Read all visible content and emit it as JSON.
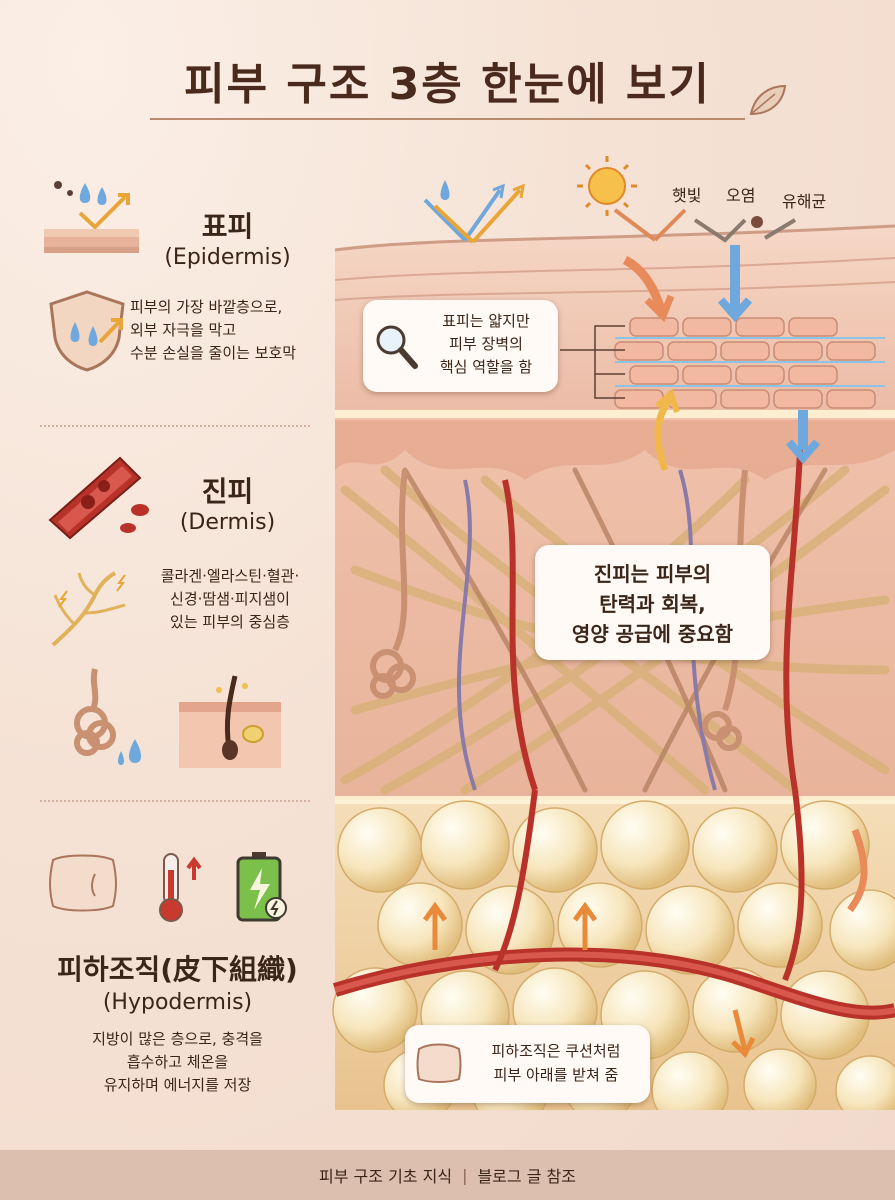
{
  "title": "피부 구조 3층 한눈에 보기",
  "epidermis": {
    "name": "표피",
    "latin": "(Epidermis)",
    "description": [
      "피부의 가장 바깥층으로,",
      "외부 자극을 막고",
      "수분 손실을 줄이는 보호막"
    ]
  },
  "dermis": {
    "name": "진피",
    "latin": "(Dermis)",
    "description": [
      "콜라겐·엘라스틴·혈관·",
      "신경·땀샘·피지샘이",
      "있는 피부의 중심층"
    ]
  },
  "hypodermis": {
    "name": "피하조직(皮下組織)",
    "latin": "(Hypodermis)",
    "description": [
      "지방이 많은 층으로, 충격을",
      "흡수하고 체온을",
      "유지하며 에너지를 저장"
    ]
  },
  "threats": [
    "햇빛",
    "오염",
    "유해균"
  ],
  "callouts": {
    "epidermis": [
      "표피는 얇지만",
      "피부 장벽의",
      "핵심 역할을 함"
    ],
    "dermis": [
      "진피는 피부의",
      "탄력과 회복,",
      "영양 공급에 중요함"
    ],
    "hypodermis": [
      "피하조직은 쿠션처럼",
      "피부 아래를 받쳐 줌"
    ]
  },
  "footer": {
    "left": "피부 구조 기초 지식",
    "right": "블로그 글 참조"
  },
  "colors": {
    "background": "#f6e4d8",
    "blood_vessel": "#b8322a",
    "collagen": "#d9b27a",
    "fat_cell": "#f6e6b8",
    "water": "#6fa8dc",
    "footer": "#dcbfae"
  },
  "icons": [
    "water-drops-icon",
    "shield-icon",
    "blood-vessel-icon",
    "nerve-icon",
    "sweat-gland-icon",
    "hair-follicle-icon",
    "pillow-icon",
    "thermometer-icon",
    "battery-icon",
    "sun-icon",
    "magnifier-icon",
    "leaf-icon"
  ]
}
